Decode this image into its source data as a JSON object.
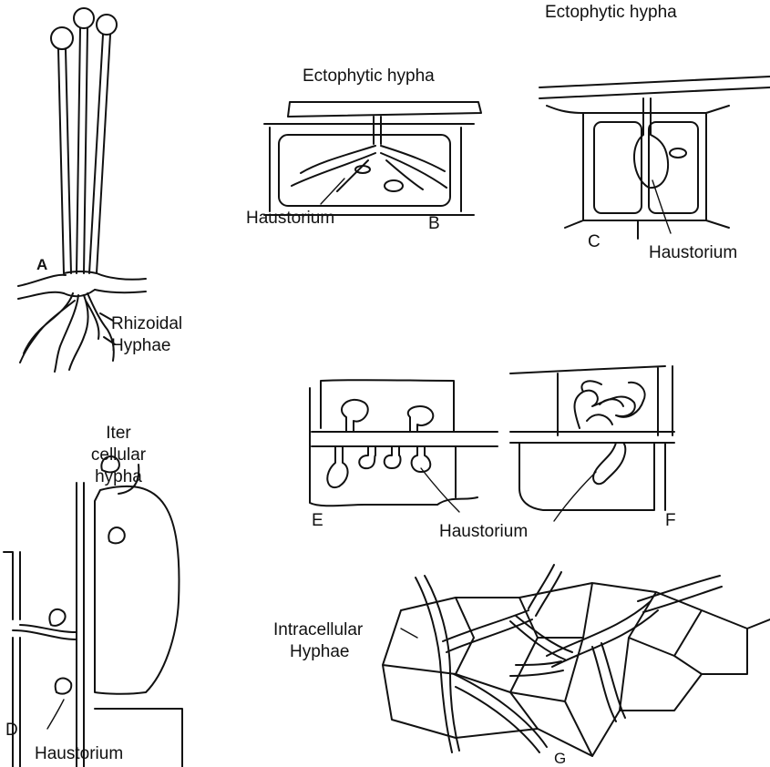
{
  "labels": {
    "a": "A",
    "rhizoidal": "Rhizoidal",
    "hyphae_a": "Hyphae",
    "ecto_b": "Ectophytic hypha",
    "haustorium_b": "Haustorium",
    "b": "B",
    "ecto_c": "Ectophytic hypha",
    "c": "C",
    "haustorium_c": "Haustorium",
    "iter": "Iter",
    "cellular": "cellular",
    "hypha_d": "hypha",
    "d": "D",
    "haustorium_d": "Haustorium",
    "e": "E",
    "f": "F",
    "haustorium_ef": "Haustorium",
    "intracellular": "Intracellular",
    "hyphae_g": "Hyphae",
    "g": "G"
  },
  "colors": {
    "ink": "#111111",
    "paper": "#ffffff"
  }
}
